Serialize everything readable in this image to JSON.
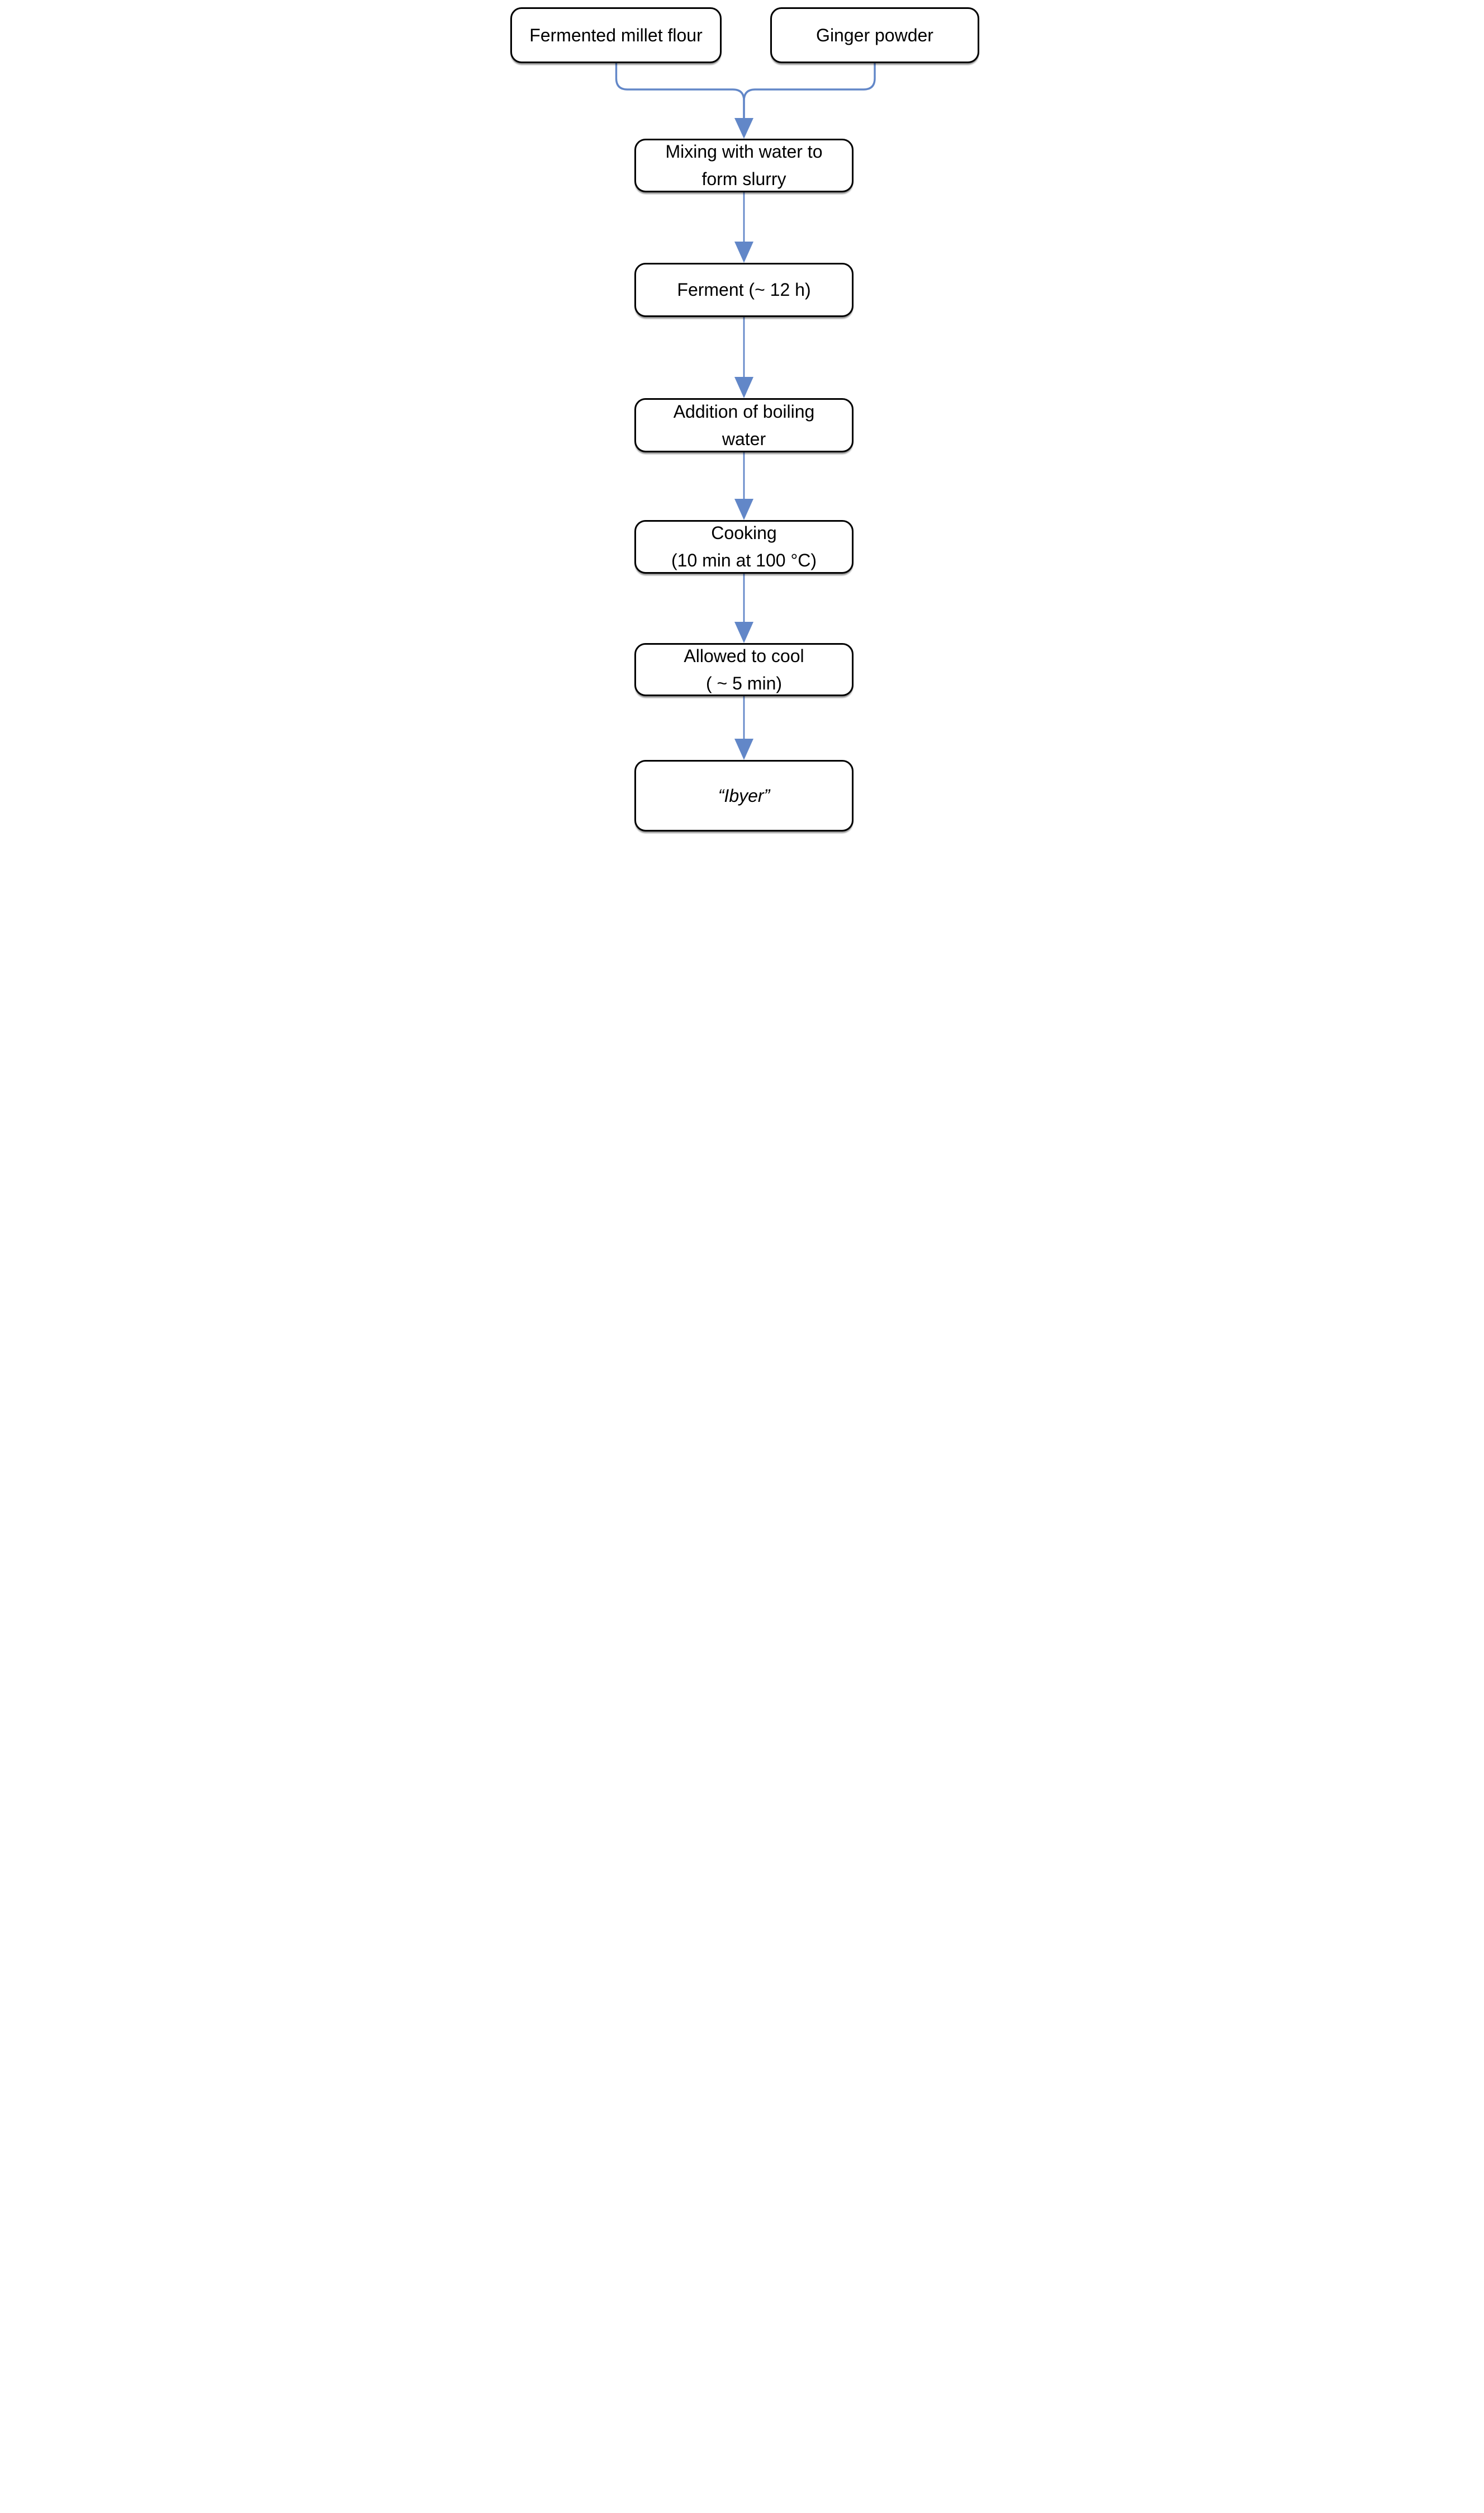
{
  "diagram": {
    "type": "flowchart",
    "colors": {
      "arrow_blue": "#6287C8",
      "box_border": "#000000",
      "text": "#000000",
      "background": "#FFFFFF"
    },
    "nodes": {
      "millet": {
        "lines": [
          "Fermented millet flour"
        ]
      },
      "ginger": {
        "lines": [
          "Ginger powder"
        ]
      },
      "mixing": {
        "lines": [
          "Mixing with water to",
          "form slurry"
        ]
      },
      "ferment": {
        "lines": [
          "Ferment (~ 12 h)"
        ]
      },
      "boiling": {
        "lines": [
          "Addition of boiling",
          "water"
        ]
      },
      "cooking": {
        "lines": [
          "Cooking",
          "(10 min at 100 °C)"
        ]
      },
      "cooling": {
        "lines": [
          "Allowed to cool",
          "( ~ 5 min)"
        ]
      },
      "ibyer": {
        "lines": [
          "“Ibyer”"
        ],
        "emphasis": "italic"
      }
    },
    "flow_order": [
      "Fermented millet flour + Ginger powder",
      "Mixing with water to form slurry",
      "Ferment (~ 12 h)",
      "Addition of boiling water",
      "Cooking (10 min at 100 °C)",
      "Allowed to cool ( ~ 5 min)",
      "“Ibyer”"
    ]
  }
}
